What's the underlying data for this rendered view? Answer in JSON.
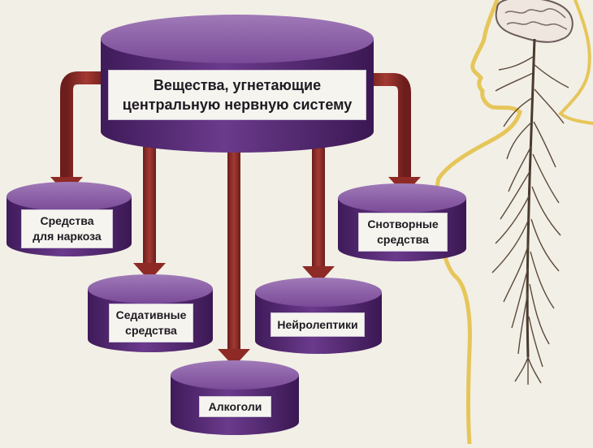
{
  "diagram": {
    "main_node": "Вещества, угнетающие\nцентральную нервную систему",
    "categories": {
      "anesthesia": "Средства\nдля наркоза",
      "hypnotics": "Снотворные\nсредства",
      "sedatives": "Седативные\nсредства",
      "neuroleptics": "Нейролептики",
      "alcohols": "Алкоголи"
    }
  },
  "colors": {
    "background": "#f2efe6",
    "cylinder_side": "#5b2d7a",
    "cylinder_top": "#8a5aa6",
    "arrow": "#8e2a26",
    "body_outline": "#e6c65a",
    "nerves": "#5a4a3a"
  },
  "icons": {
    "figure": "human-profile-nervous-system-icon"
  }
}
